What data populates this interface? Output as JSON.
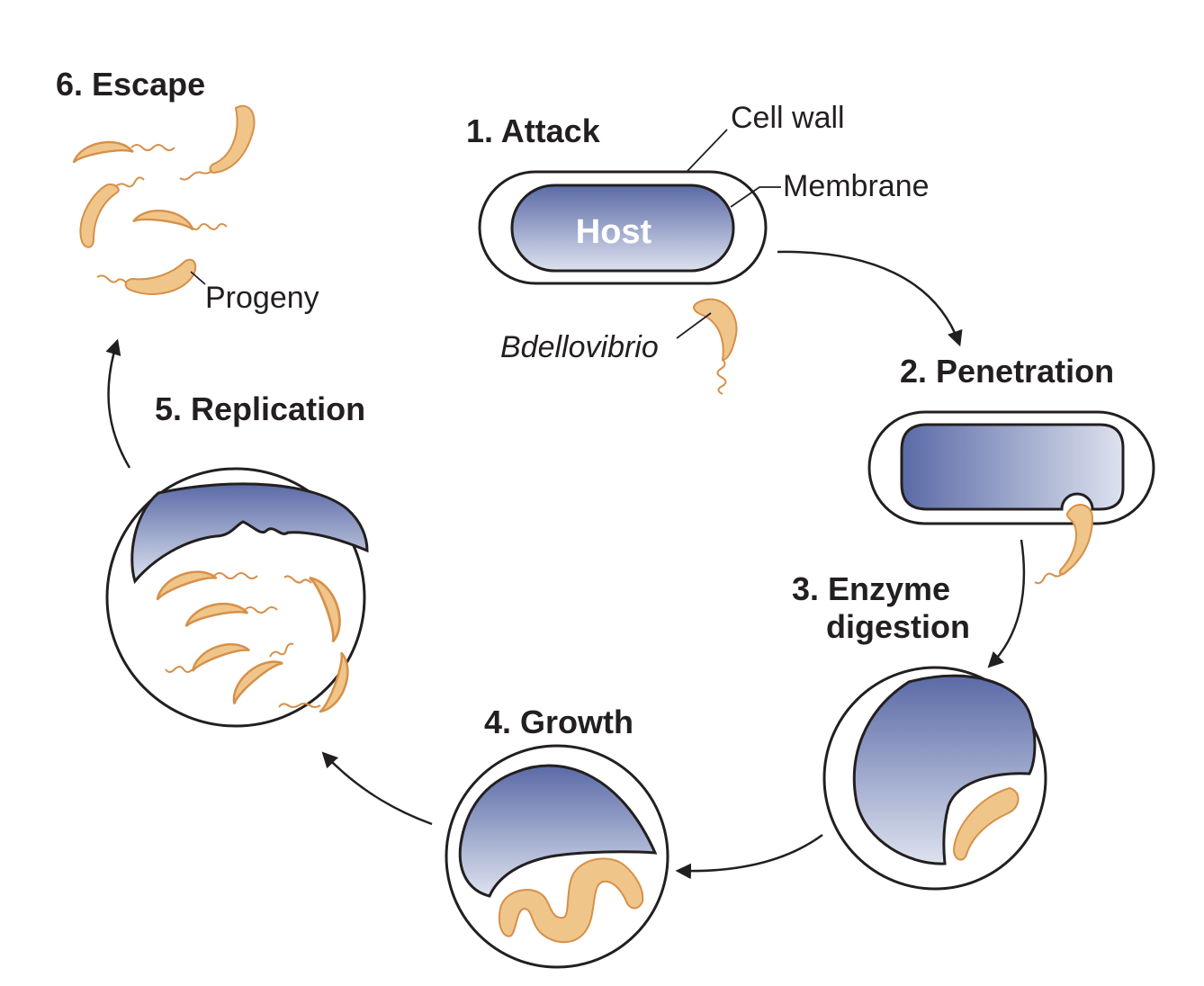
{
  "steps": {
    "attack": "1. Attack",
    "penetration": "2. Penetration",
    "enzyme_line1": "3. Enzyme",
    "enzyme_line2": "digestion",
    "growth": "4. Growth",
    "replication": "5. Replication",
    "escape": "6. Escape"
  },
  "labels": {
    "host": "Host",
    "cell_wall": "Cell wall",
    "membrane": "Membrane",
    "bdellovibrio": "Bdellovibrio",
    "progeny": "Progeny"
  },
  "colors": {
    "host_dark": "#5a6aa6",
    "host_light": "#dde2ef",
    "bdellovibrio_fill": "#f0c58a",
    "bdellovibrio_outline": "#d6904a",
    "line": "#231f20"
  }
}
